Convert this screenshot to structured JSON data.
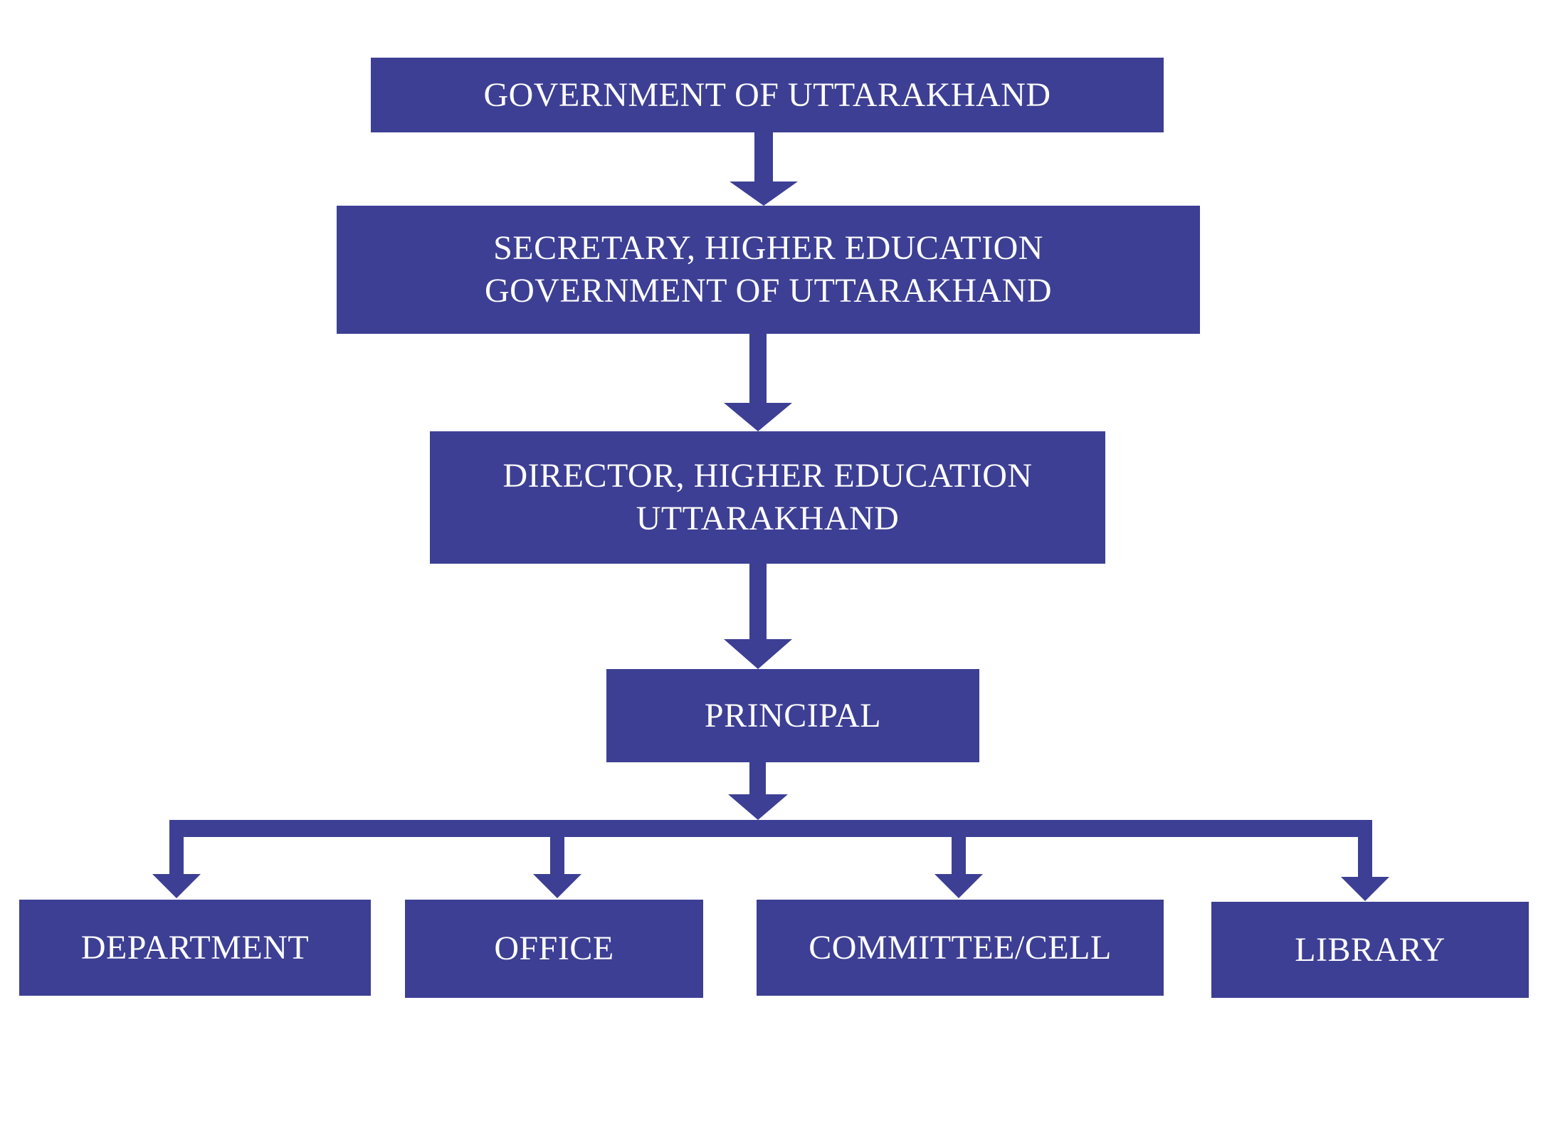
{
  "diagram": {
    "colors": {
      "box": "#3d3f94",
      "text": "#ffffff",
      "background": "#ffffff"
    },
    "nodes": {
      "government": {
        "lines": [
          "GOVERNMENT OF UTTARAKHAND"
        ]
      },
      "secretary": {
        "lines": [
          "SECRETARY, HIGHER EDUCATION",
          "GOVERNMENT OF UTTARAKHAND"
        ]
      },
      "director": {
        "lines": [
          "DIRECTOR, HIGHER EDUCATION",
          "UTTARAKHAND"
        ]
      },
      "principal": {
        "lines": [
          "PRINCIPAL"
        ]
      },
      "department": {
        "lines": [
          "DEPARTMENT"
        ]
      },
      "office": {
        "lines": [
          "OFFICE"
        ]
      },
      "committee": {
        "lines": [
          "COMMITTEE/CELL"
        ]
      },
      "library": {
        "lines": [
          "LIBRARY"
        ]
      }
    },
    "edges": [
      [
        "government",
        "secretary"
      ],
      [
        "secretary",
        "director"
      ],
      [
        "director",
        "principal"
      ],
      [
        "principal",
        "department"
      ],
      [
        "principal",
        "office"
      ],
      [
        "principal",
        "committee"
      ],
      [
        "principal",
        "library"
      ]
    ]
  }
}
